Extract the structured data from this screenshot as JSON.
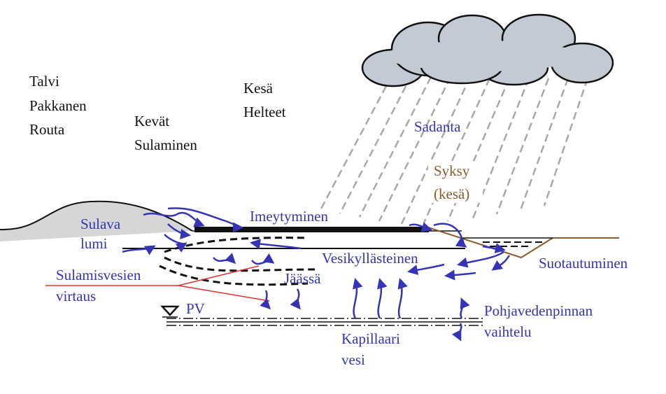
{
  "seasons": {
    "winter": [
      "Talvi",
      "Pakkanen",
      "Routa"
    ],
    "spring": [
      "Kevät",
      "Sulaminen"
    ],
    "summer": [
      "Kesä",
      "Helteet"
    ],
    "autumn": [
      "Syksy",
      "(kesä)"
    ]
  },
  "labels": {
    "precipitation": "Sadanta",
    "melting_snow": [
      "Sulava",
      "lumi"
    ],
    "infiltration": "Imeytyminen",
    "saturated": "Vesikyllästeinen",
    "meltwater_flow": [
      "Sulamisvesien",
      "virtaus"
    ],
    "frozen": "Jäässä",
    "groundwater_level": "PV",
    "capillary_water": [
      "Kapillaari",
      "vesi"
    ],
    "groundwater_fluctuation": [
      "Pohjavedenpinnan",
      "vaihtelu"
    ],
    "drainage": "Suotautuminen"
  },
  "colors": {
    "text": "#111111",
    "water": "#3434b4",
    "autumn": "#8a5a2b",
    "cloud": "#c3cad3",
    "snow": "#d6d6d6",
    "rain": "#a8a8a8"
  }
}
